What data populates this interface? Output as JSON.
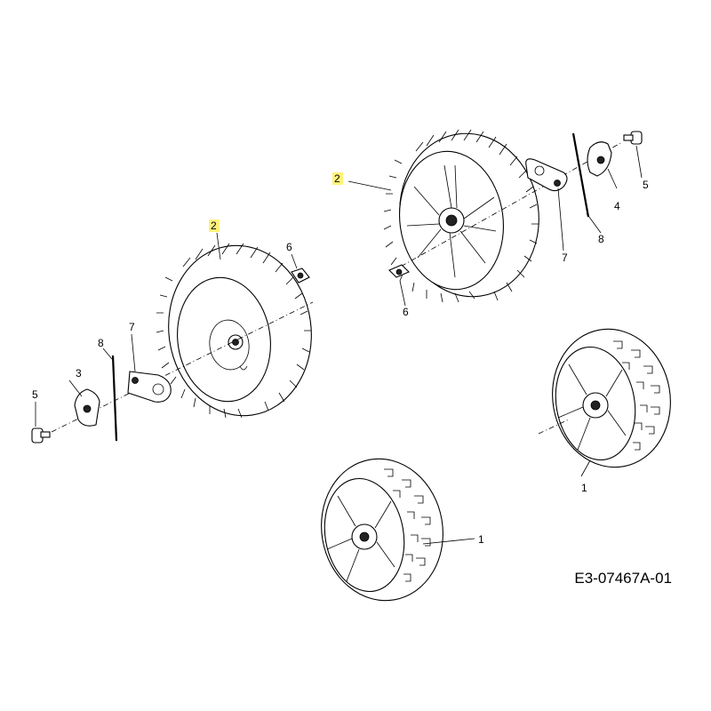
{
  "diagram": {
    "document_id": "E3-07467A-01",
    "highlight_color": "#fff27a",
    "callouts": {
      "wheel_a": "1",
      "wheel_b": "1",
      "wheel_rear_left": "2",
      "wheel_rear_right": "2",
      "hub_left": "3",
      "hub_right": "4",
      "bolt_left": "5",
      "bolt_right": "5",
      "bushing_left": "6",
      "bushing_right": "6",
      "bracket_left": "7",
      "bracket_right": "7",
      "rod_left": "8",
      "rod_right": "8"
    }
  }
}
